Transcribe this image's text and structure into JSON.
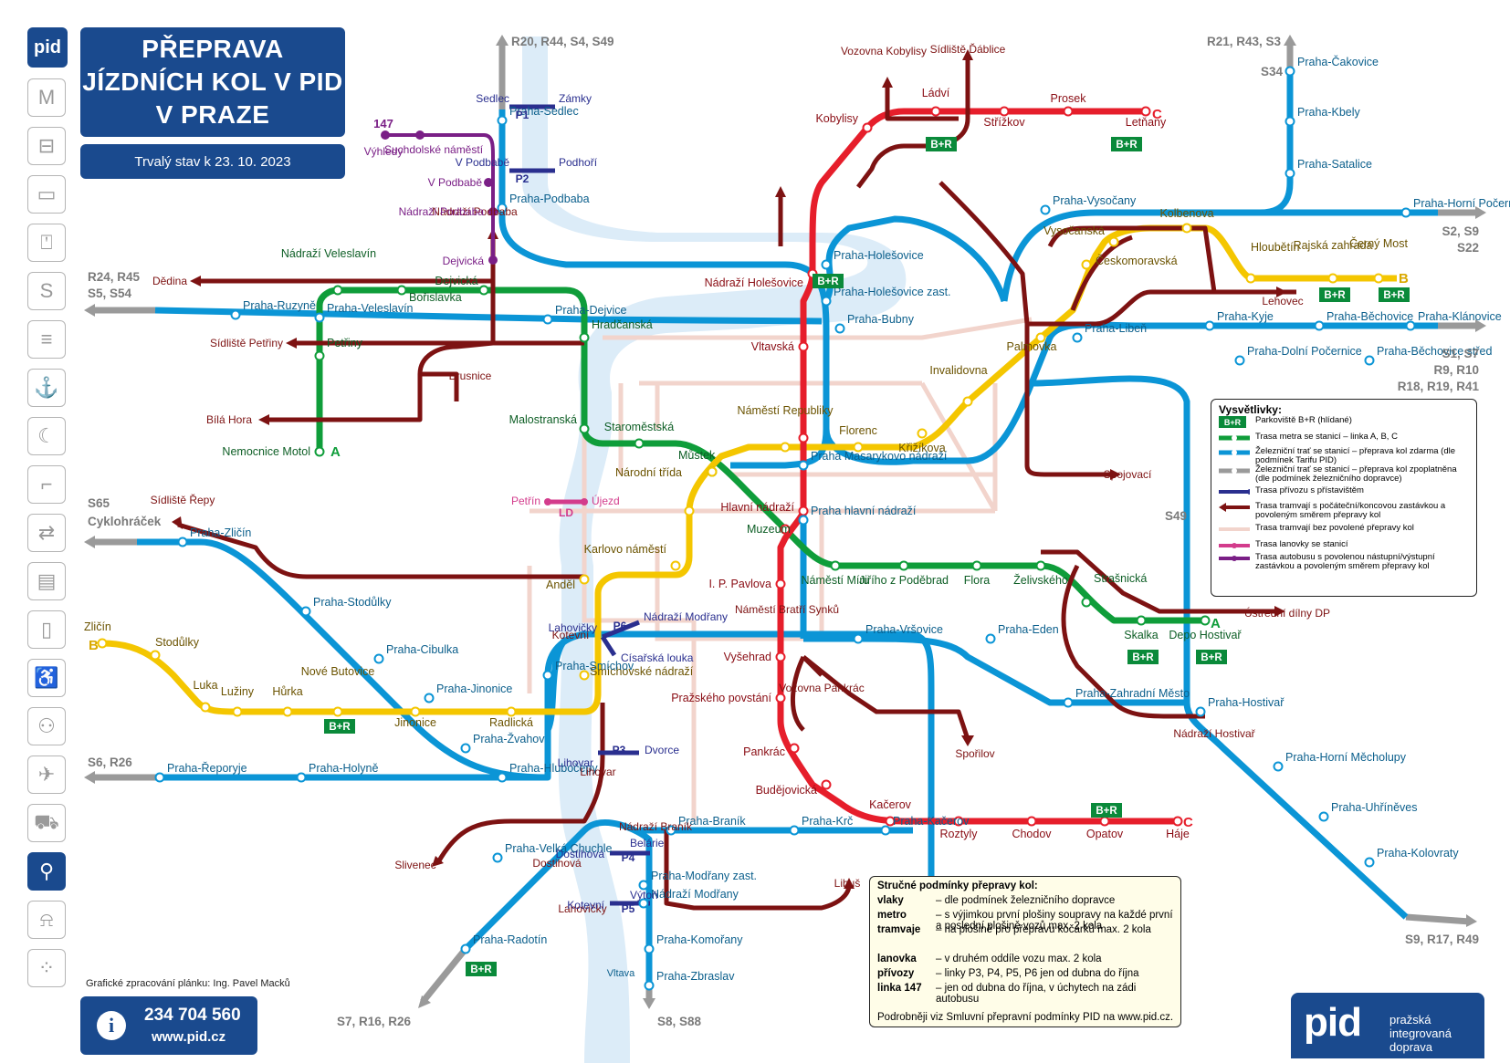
{
  "colors": {
    "metroA": "#0f9d3a",
    "metroB": "#f4c600",
    "metroC": "#e61e2b",
    "rail": "#0b95d6",
    "railPaid": "#9a9a9a",
    "tram": "#7d1212",
    "tramGrey": "#f2d4cc",
    "ferry": "#2a2f8f",
    "funicular": "#d33c8c",
    "bus": "#7a1f86",
    "river": "#dcecf8",
    "brand": "#1a4a8e",
    "pr": "#0a8a3a"
  },
  "header": {
    "title_lines": [
      "PŘEPRAVA",
      "JÍZDNÍCH KOL V PID",
      "V PRAZE"
    ],
    "subtitle": "Trvalý stav k 23. 10. 2023"
  },
  "sidebar": {
    "logo": "pid",
    "icons": [
      "metro-icon",
      "tram-icon",
      "bus-icon",
      "trolleybus-icon",
      "train-icon",
      "ferry-rail-icon",
      "ferry-icon",
      "night-icon",
      "funicular-icon",
      "ticket-icon",
      "card-icon",
      "mobile-icon",
      "wheelchair-icon",
      "family-icon",
      "airplane-icon",
      "stroller-icon",
      "bicycle-icon",
      "dog-icon",
      "walk-icon"
    ]
  },
  "footer": {
    "credit": "Grafické zpracování plánku: Ing. Pavel Macků",
    "phone": "234 704 560",
    "web": "www.pid.cz",
    "brand_logo": "pid",
    "brand_text": "pražská integrovaná doprava"
  },
  "legend": {
    "title": "Vysvětlivky:",
    "items": [
      "Parkoviště B+R (hlídané)",
      "Trasa metra se stanicí – linka A, B, C",
      "Železniční trať se stanicí – přeprava kol zdarma (dle podmínek Tarifu PID)",
      "Železniční trať se stanicí – přeprava kol zpoplatněna (dle podmínek železničního dopravce)",
      "Trasa přívozu s přístavištěm",
      "Trasa tramvají s počáteční/koncovou zastávkou a povoleným směrem přepravy kol",
      "Trasa tramvají bez povolené přepravy kol",
      "Trasa lanovky se stanicí",
      "Trasa autobusu s povolenou nástupní/výstupní zastávkou a povoleným směrem přepravy kol"
    ],
    "pr": "B+R"
  },
  "conditions": {
    "title": "Stručné podmínky přepravy kol:",
    "rows": [
      {
        "k": "vlaky",
        "v": "– dle podmínek železničního dopravce"
      },
      {
        "k": "metro",
        "v": "– s výjimkou první plošiny soupravy na každé první a poslední plošině vozů max. 2 kola"
      },
      {
        "k": "tramvaje",
        "v": "– na plošině pro přepravu kočárků max. 2 kola"
      },
      {
        "k": "lanovka",
        "v": "– v druhém oddíle vozu max. 2 kola"
      },
      {
        "k": "přívozy",
        "v": "– linky P3, P4, P5, P6 jen od dubna do října"
      },
      {
        "k": "linka 147",
        "v": "– jen od dubna do října, v úchytech na zádi autobusu"
      }
    ],
    "foot": "Podrobněji viz Smluvní přepravní podmínky PID na www.pid.cz."
  },
  "stations": {
    "metroA": [
      "Nemocnice Motol",
      "Petřiny",
      "Nádraží Veleslavín",
      "Bořislavka",
      "Dejvická",
      "Hradčanská",
      "Malostranská",
      "Staroměstská",
      "Můstek",
      "Muzeum",
      "Náměstí Míru",
      "Jiřího z Poděbrad",
      "Flora",
      "Želivského",
      "Strašnická",
      "Skalka",
      "Depo Hostivař"
    ],
    "metroB": [
      "Zličín",
      "Stodůlky",
      "Luka",
      "Lužiny",
      "Hůrka",
      "Nové Butovice",
      "Jinonice",
      "Radlická",
      "Smíchovské nádraží",
      "Anděl",
      "Karlovo náměstí",
      "Národní třída",
      "Můstek",
      "Náměstí Republiky",
      "Florenc",
      "Křižíkova",
      "Invalidovna",
      "Palmovka",
      "Českomoravská",
      "Vysočanská",
      "Kolbenova",
      "Hloubětín",
      "Rajská zahrada",
      "Černý Most"
    ],
    "metroC": [
      "Letňany",
      "Prosek",
      "Střížkov",
      "Ládví",
      "Kobylisy",
      "Nádraží Holešovice",
      "Vltavská",
      "Florenc",
      "Hlavní nádraží",
      "Muzeum",
      "I. P. Pavlova",
      "Vyšehrad",
      "Pražského povstání",
      "Pankrác",
      "Budějovická",
      "Kačerov",
      "Roztyly",
      "Chodov",
      "Opatov",
      "Háje"
    ],
    "rail": [
      "Praha-Sedlec",
      "Praha-Podbaba",
      "Praha-Holešovice",
      "Praha-Holešovice zast.",
      "Praha-Bubny",
      "Praha-Ruzyně",
      "Praha-Veleslavín",
      "Praha-Dejvice",
      "Praha Masarykovo nádraží",
      "Praha hlavní nádraží",
      "Praha-Vysočany",
      "Praha-Libeň",
      "Praha-Kyje",
      "Praha-Běchovice",
      "Praha-Klánovice",
      "Praha-Dolní Počernice",
      "Praha-Běchovice střed",
      "Praha-Čakovice",
      "Praha-Kbely",
      "Praha-Satalice",
      "Praha-Horní Počernice",
      "Praha-Zličín",
      "Praha-Stodůlky",
      "Praha-Cibulka",
      "Praha-Jinonice",
      "Praha-Smíchov",
      "Praha-Žvahov",
      "Praha-Řeporyje",
      "Praha-Holyně",
      "Praha-Hlubočepy",
      "Praha-Velká Chuchle",
      "Praha-Radotín",
      "Praha-Braník",
      "Praha-Krč",
      "Praha-Kačerov",
      "Praha-Modřany zast.",
      "Praha-Komořany",
      "Praha-Zbraslav",
      "Praha-Vršovice",
      "Praha-Eden",
      "Praha-Zahradní Město",
      "Praha-Hostivař",
      "Praha-Horní Měcholupy",
      "Praha-Uhříněves",
      "Praha-Kolovraty",
      "Nádraží Modřany"
    ],
    "tram": [
      "Dědina",
      "Sídliště Petřiny",
      "Bílá Hora",
      "Brusnice",
      "Sídliště Řepy",
      "Slivenec",
      "Spojovací",
      "Lehovec",
      "Ústřední dílny DP",
      "Nádraží Hostivař",
      "Spořilov",
      "Vozovna Pankrác",
      "Libuš",
      "Nádraží Braník",
      "Vozovna Kobylisy",
      "Sídliště Ďáblice",
      "Nádraží Podbaba",
      "Náměstí Bratří Synků",
      "Lihovar",
      "Kotevní",
      "Dostihová",
      "Lahovičky"
    ]
  },
  "ferries": [
    {
      "id": "P1",
      "a": "Sedlec",
      "b": "Zámky"
    },
    {
      "id": "P2",
      "a": "V Podbabě",
      "b": "Podhoří"
    },
    {
      "id": "P3",
      "a": "Lihovar",
      "b": "Dvorce"
    },
    {
      "id": "P4",
      "a": "Dostihová",
      "b": "Belárie"
    },
    {
      "id": "P5",
      "a": "Kotevní",
      "b": "Výtoň",
      "c": "Císařská louka"
    },
    {
      "id": "P6",
      "a": "Lahovičky",
      "b": "Nádraží Modřany"
    }
  ],
  "funicular": {
    "id": "LD",
    "a": "Petřín",
    "b": "Újezd"
  },
  "bus": {
    "id": "147",
    "stops": [
      "Výhledy",
      "Suchdolské náměstí",
      "V Podbabě",
      "Nádraží Podbaba",
      "Dejvická"
    ]
  },
  "destinations": {
    "nw": "R20, R44, S4, S49",
    "ne": "R21, R43, S3",
    "s34": "S34",
    "e1": "S2, S9",
    "e2": "S22",
    "w1": "R24, R45",
    "w2": "S5, S54",
    "e3": "S1, S7",
    "e4": "R9, R10",
    "e5": "R18, R19, R41",
    "s65": "S65",
    "cyklo": "Cyklohráček",
    "w3": "S6, R26",
    "s49": "S49",
    "se": "S9, R17, R49",
    "sw": "S7, R16, R26",
    "s": "S8, S88",
    "vltava": "Vltava",
    "endA": "A",
    "endB": "B",
    "endC": "C",
    "pr": "B+R"
  }
}
